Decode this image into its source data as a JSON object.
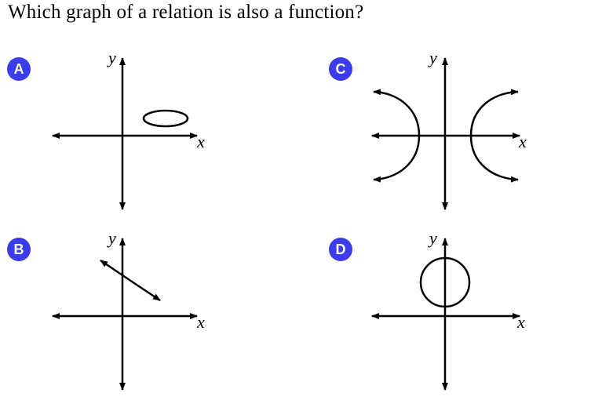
{
  "question": "Which graph of a relation is also a function?",
  "options": [
    {
      "id": "A",
      "label": "A",
      "x_label": "x",
      "y_label": "y",
      "shape": "ellipse"
    },
    {
      "id": "B",
      "label": "B",
      "x_label": "x",
      "y_label": "y",
      "shape": "line-segment-with-arrows"
    },
    {
      "id": "C",
      "label": "C",
      "x_label": "x",
      "y_label": "y",
      "shape": "two-opposing-arcs"
    },
    {
      "id": "D",
      "label": "D",
      "x_label": "x",
      "y_label": "y",
      "shape": "circle"
    }
  ],
  "colors": {
    "badge": "#3b3bf0",
    "badge_text": "#ffffff",
    "stroke": "#000000"
  }
}
